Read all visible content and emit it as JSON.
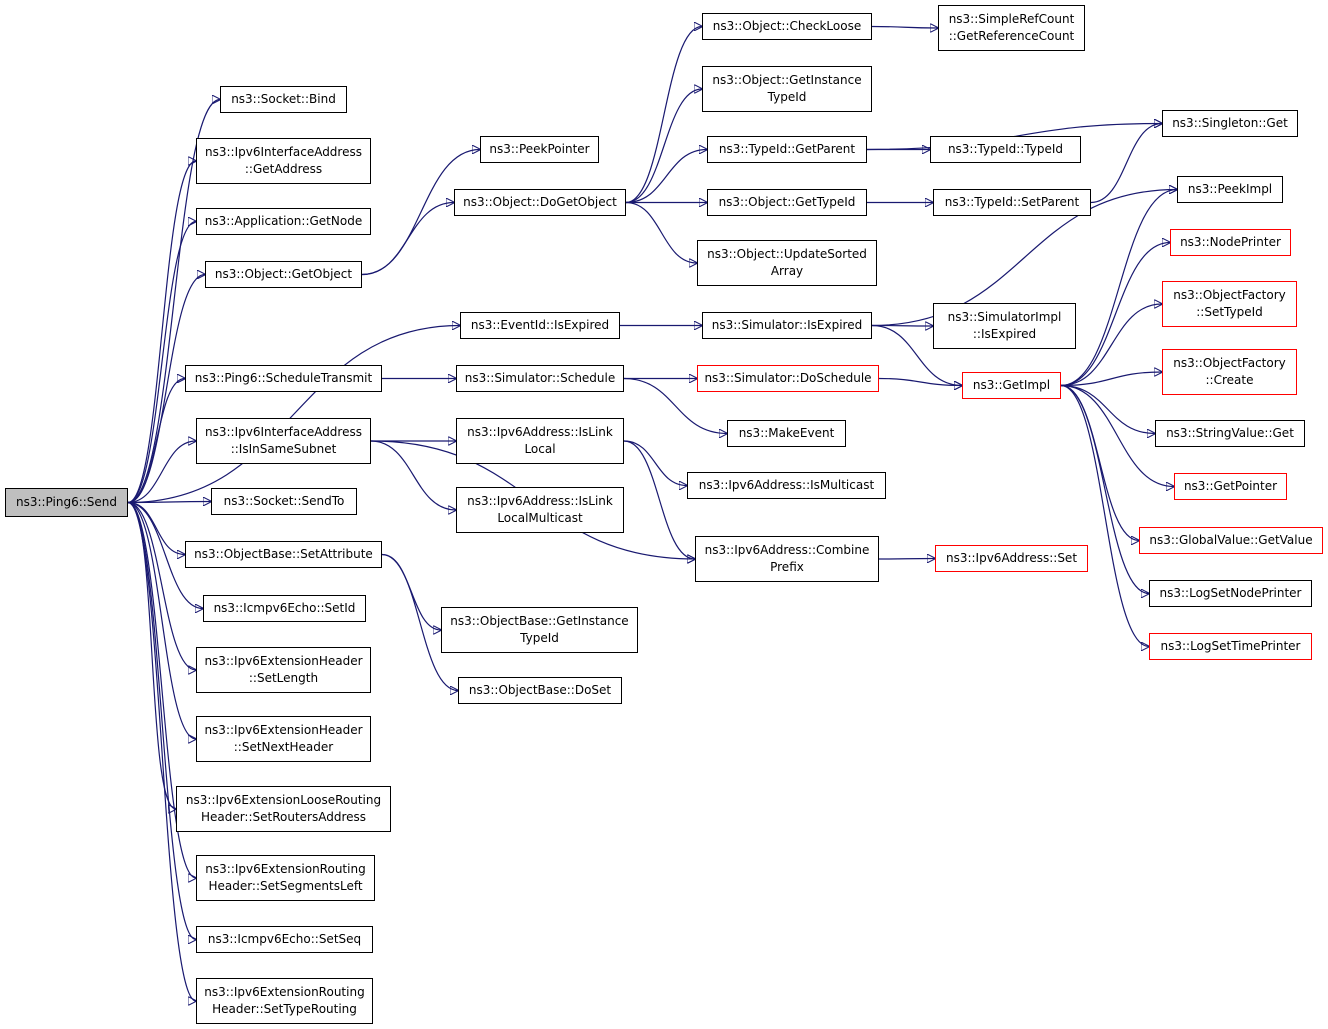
{
  "diagram": {
    "edge_color": "#191970",
    "root_fill": "#bfbfbf",
    "truncated_border": "#ff0000",
    "nodes": [
      {
        "id": "send",
        "label": "ns3::Ping6::Send",
        "root": true
      },
      {
        "id": "bind",
        "label": "ns3::Socket::Bind"
      },
      {
        "id": "ifaddr_getaddress",
        "label": "ns3::Ipv6InterfaceAddress\n::GetAddress"
      },
      {
        "id": "getnode",
        "label": "ns3::Application::GetNode"
      },
      {
        "id": "getobject",
        "label": "ns3::Object::GetObject"
      },
      {
        "id": "scheduletransmit",
        "label": "ns3::Ping6::ScheduleTransmit"
      },
      {
        "id": "isinsamesubnet",
        "label": "ns3::Ipv6InterfaceAddress\n::IsInSameSubnet"
      },
      {
        "id": "sendto",
        "label": "ns3::Socket::SendTo"
      },
      {
        "id": "setattribute",
        "label": "ns3::ObjectBase::SetAttribute"
      },
      {
        "id": "echo_setid",
        "label": "ns3::Icmpv6Echo::SetId"
      },
      {
        "id": "ext_setlength",
        "label": "ns3::Ipv6ExtensionHeader\n::SetLength"
      },
      {
        "id": "ext_setnextheader",
        "label": "ns3::Ipv6ExtensionHeader\n::SetNextHeader"
      },
      {
        "id": "loose_setroutersaddress",
        "label": "ns3::Ipv6ExtensionLooseRouting\nHeader::SetRoutersAddress"
      },
      {
        "id": "routing_setsegmentsleft",
        "label": "ns3::Ipv6ExtensionRouting\nHeader::SetSegmentsLeft"
      },
      {
        "id": "echo_setseq",
        "label": "ns3::Icmpv6Echo::SetSeq"
      },
      {
        "id": "routing_settyperouting",
        "label": "ns3::Ipv6ExtensionRouting\nHeader::SetTypeRouting"
      },
      {
        "id": "peekpointer",
        "label": "ns3::PeekPointer"
      },
      {
        "id": "dogetobject",
        "label": "ns3::Object::DoGetObject"
      },
      {
        "id": "eventid_isexpired",
        "label": "ns3::EventId::IsExpired"
      },
      {
        "id": "sim_schedule",
        "label": "ns3::Simulator::Schedule"
      },
      {
        "id": "islinklocal",
        "label": "ns3::Ipv6Address::IsLink\nLocal"
      },
      {
        "id": "islinklocalmulticast",
        "label": "ns3::Ipv6Address::IsLink\nLocalMulticast"
      },
      {
        "id": "ob_getinstancetypeid",
        "label": "ns3::ObjectBase::GetInstance\nTypeId"
      },
      {
        "id": "ob_doset",
        "label": "ns3::ObjectBase::DoSet"
      },
      {
        "id": "checkloose",
        "label": "ns3::Object::CheckLoose"
      },
      {
        "id": "obj_getinstancetypeid",
        "label": "ns3::Object::GetInstance\nTypeId"
      },
      {
        "id": "typeid_getparent",
        "label": "ns3::TypeId::GetParent"
      },
      {
        "id": "obj_gettypeid",
        "label": "ns3::Object::GetTypeId"
      },
      {
        "id": "updatesortedarray",
        "label": "ns3::Object::UpdateSorted\nArray"
      },
      {
        "id": "sim_isexpired",
        "label": "ns3::Simulator::IsExpired"
      },
      {
        "id": "sim_doschedule",
        "label": "ns3::Simulator::DoSchedule",
        "truncated": true
      },
      {
        "id": "makeevent",
        "label": "ns3::MakeEvent"
      },
      {
        "id": "ismulticast",
        "label": "ns3::Ipv6Address::IsMulticast"
      },
      {
        "id": "combineprefix",
        "label": "ns3::Ipv6Address::Combine\nPrefix"
      },
      {
        "id": "getreferencecount",
        "label": "ns3::SimpleRefCount\n::GetReferenceCount"
      },
      {
        "id": "typeid_typeid",
        "label": "ns3::TypeId::TypeId"
      },
      {
        "id": "typeid_setparent",
        "label": "ns3::TypeId::SetParent"
      },
      {
        "id": "simimpl_isexpired",
        "label": "ns3::SimulatorImpl\n::IsExpired"
      },
      {
        "id": "getimpl",
        "label": "ns3::GetImpl",
        "truncated": true
      },
      {
        "id": "ipv6addr_set",
        "label": "ns3::Ipv6Address::Set",
        "truncated": true
      },
      {
        "id": "singleton_get",
        "label": "ns3::Singleton::Get"
      },
      {
        "id": "peekimpl",
        "label": "ns3::PeekImpl"
      },
      {
        "id": "nodeprinter",
        "label": "ns3::NodePrinter",
        "truncated": true
      },
      {
        "id": "of_settypeid",
        "label": "ns3::ObjectFactory\n::SetTypeId",
        "truncated": true
      },
      {
        "id": "of_create",
        "label": "ns3::ObjectFactory\n::Create",
        "truncated": true
      },
      {
        "id": "stringvalue_get",
        "label": "ns3::StringValue::Get"
      },
      {
        "id": "getpointer",
        "label": "ns3::GetPointer",
        "truncated": true
      },
      {
        "id": "globalvalue_getvalue",
        "label": "ns3::GlobalValue::GetValue",
        "truncated": true
      },
      {
        "id": "logsetnodeprinter",
        "label": "ns3::LogSetNodePrinter"
      },
      {
        "id": "logsettimeprinter",
        "label": "ns3::LogSetTimePrinter",
        "truncated": true
      }
    ],
    "edges": [
      [
        "send",
        "bind"
      ],
      [
        "send",
        "ifaddr_getaddress"
      ],
      [
        "send",
        "getnode"
      ],
      [
        "send",
        "getobject"
      ],
      [
        "send",
        "eventid_isexpired"
      ],
      [
        "send",
        "scheduletransmit"
      ],
      [
        "send",
        "isinsamesubnet"
      ],
      [
        "send",
        "sendto"
      ],
      [
        "send",
        "setattribute"
      ],
      [
        "send",
        "echo_setid"
      ],
      [
        "send",
        "ext_setlength"
      ],
      [
        "send",
        "ext_setnextheader"
      ],
      [
        "send",
        "loose_setroutersaddress"
      ],
      [
        "send",
        "routing_setsegmentsleft"
      ],
      [
        "send",
        "echo_setseq"
      ],
      [
        "send",
        "routing_settyperouting"
      ],
      [
        "getobject",
        "peekpointer"
      ],
      [
        "getobject",
        "dogetobject"
      ],
      [
        "dogetobject",
        "checkloose"
      ],
      [
        "dogetobject",
        "obj_getinstancetypeid"
      ],
      [
        "dogetobject",
        "typeid_getparent"
      ],
      [
        "dogetobject",
        "obj_gettypeid"
      ],
      [
        "dogetobject",
        "updatesortedarray"
      ],
      [
        "checkloose",
        "getreferencecount"
      ],
      [
        "typeid_getparent",
        "singleton_get"
      ],
      [
        "typeid_getparent",
        "typeid_typeid"
      ],
      [
        "obj_gettypeid",
        "typeid_setparent"
      ],
      [
        "typeid_setparent",
        "singleton_get"
      ],
      [
        "eventid_isexpired",
        "sim_isexpired"
      ],
      [
        "sim_isexpired",
        "peekimpl"
      ],
      [
        "sim_isexpired",
        "simimpl_isexpired"
      ],
      [
        "sim_isexpired",
        "getimpl"
      ],
      [
        "scheduletransmit",
        "sim_schedule"
      ],
      [
        "sim_schedule",
        "sim_doschedule"
      ],
      [
        "sim_schedule",
        "makeevent"
      ],
      [
        "sim_doschedule",
        "getimpl"
      ],
      [
        "isinsamesubnet",
        "islinklocal"
      ],
      [
        "isinsamesubnet",
        "islinklocalmulticast"
      ],
      [
        "isinsamesubnet",
        "combineprefix"
      ],
      [
        "islinklocal",
        "ismulticast"
      ],
      [
        "islinklocal",
        "combineprefix"
      ],
      [
        "combineprefix",
        "ipv6addr_set"
      ],
      [
        "setattribute",
        "ob_getinstancetypeid"
      ],
      [
        "setattribute",
        "ob_doset"
      ],
      [
        "getimpl",
        "peekimpl"
      ],
      [
        "getimpl",
        "nodeprinter"
      ],
      [
        "getimpl",
        "of_settypeid"
      ],
      [
        "getimpl",
        "of_create"
      ],
      [
        "getimpl",
        "stringvalue_get"
      ],
      [
        "getimpl",
        "getpointer"
      ],
      [
        "getimpl",
        "globalvalue_getvalue"
      ],
      [
        "getimpl",
        "logsetnodeprinter"
      ],
      [
        "getimpl",
        "logsettimeprinter"
      ]
    ]
  }
}
